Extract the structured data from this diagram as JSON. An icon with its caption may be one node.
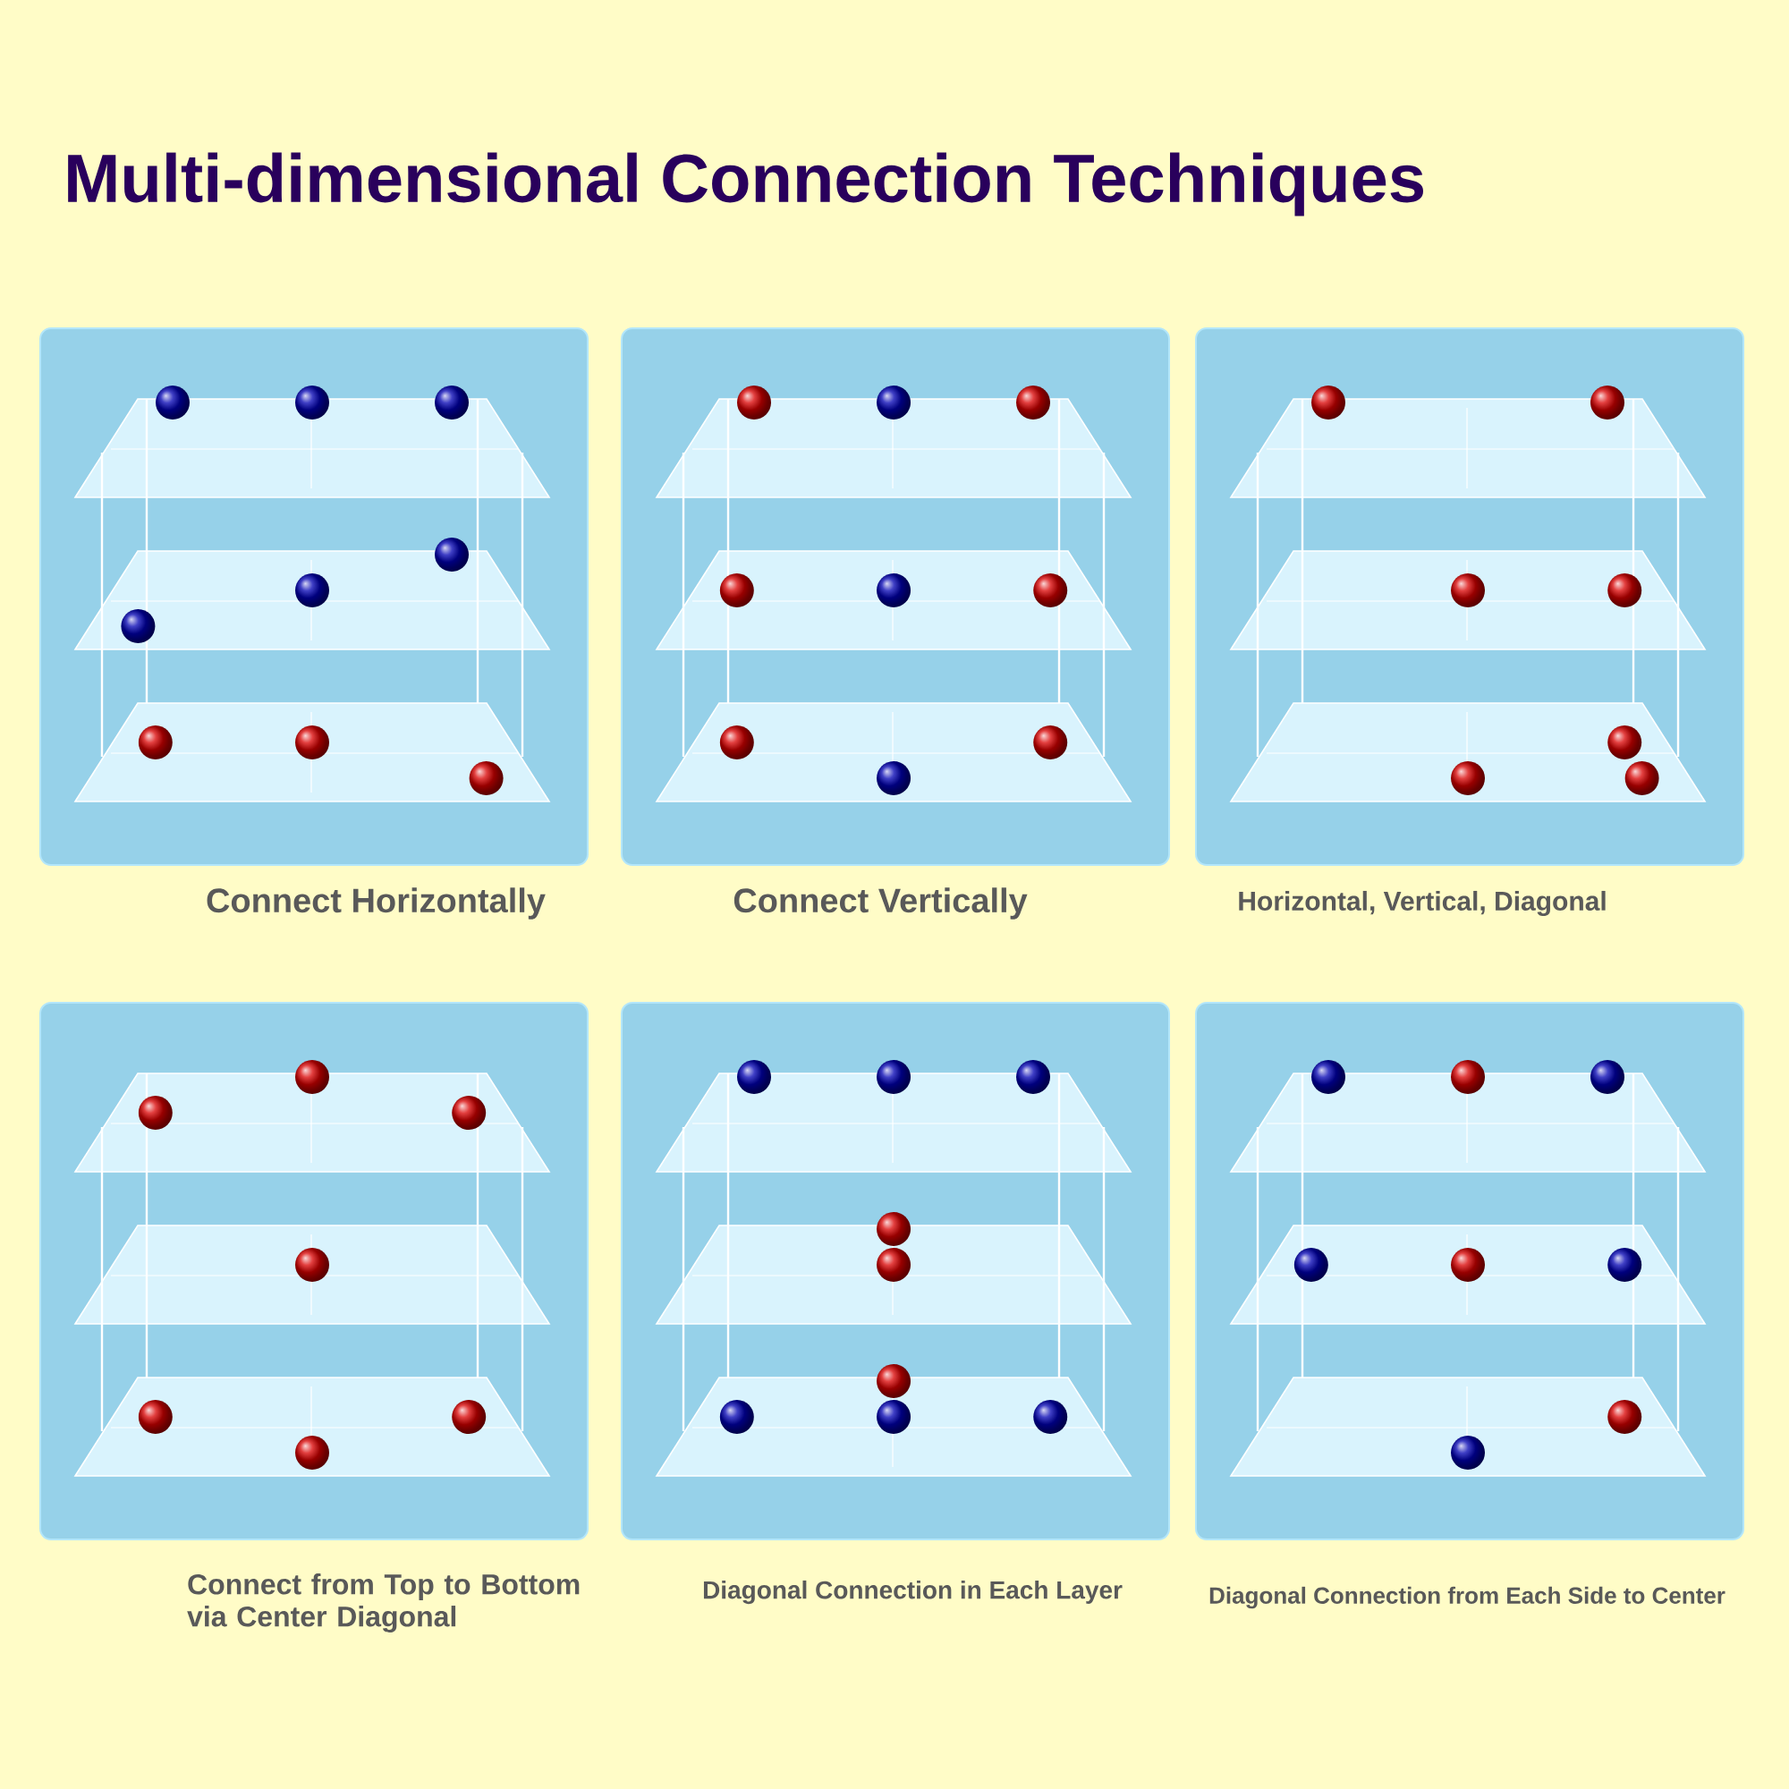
{
  "diagram": {
    "title": "Multi-dimensional Connection Techniques",
    "nodes": [
      {
        "text": [],
        "shape": "picture",
        "beside": [
          "Connect Horizontally"
        ]
      },
      {
        "text": [],
        "shape": "picture",
        "beside": [
          "Connect Vertically"
        ]
      },
      {
        "text": [],
        "shape": "picture",
        "beside": [
          "Horizontal, Vertical, Diagonal"
        ]
      },
      {
        "text": [],
        "shape": "picture",
        "beside": [
          "Connect from Top to Bottom via Center Diagonal"
        ]
      },
      {
        "text": [],
        "shape": "picture",
        "beside": [
          "Diagonal Connection in Each Layer"
        ]
      },
      {
        "text": [],
        "shape": "picture",
        "beside": [
          "Diagonal Connection from Each Side to Center"
        ]
      }
    ]
  }
}
